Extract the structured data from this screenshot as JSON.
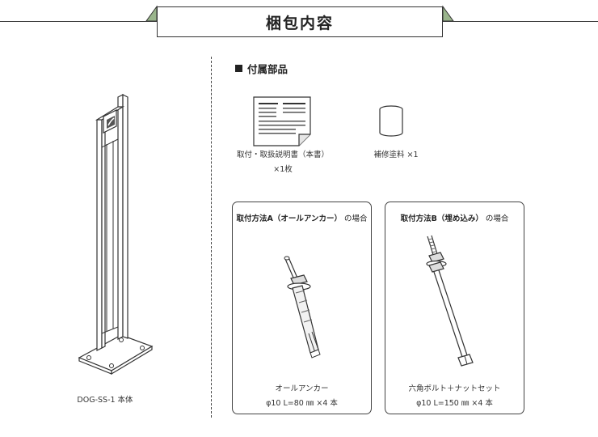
{
  "header": {
    "title": "梱包内容"
  },
  "main_body": {
    "label": "DOG-SS-1 本体"
  },
  "accessories": {
    "heading": "付属部品",
    "items": [
      {
        "label_line1": "取付・取扱説明書（本書）",
        "label_line2": "×1枚"
      },
      {
        "label_line1": "補修塗料 ×1"
      }
    ]
  },
  "methods": [
    {
      "title_bold": "取付方法A（オールアンカー）",
      "title_tail": "の場合",
      "part_name": "オールアンカー",
      "spec": "φ10 L=80 ㎜ ×4 本"
    },
    {
      "title_bold": "取付方法B（埋め込み）",
      "title_tail": "の場合",
      "part_name": "六角ボルト＋ナットセット",
      "spec": "φ10 L=150 ㎜ ×4 本"
    }
  ],
  "colors": {
    "banner_accent": "#9ab58c",
    "line": "#333333"
  }
}
